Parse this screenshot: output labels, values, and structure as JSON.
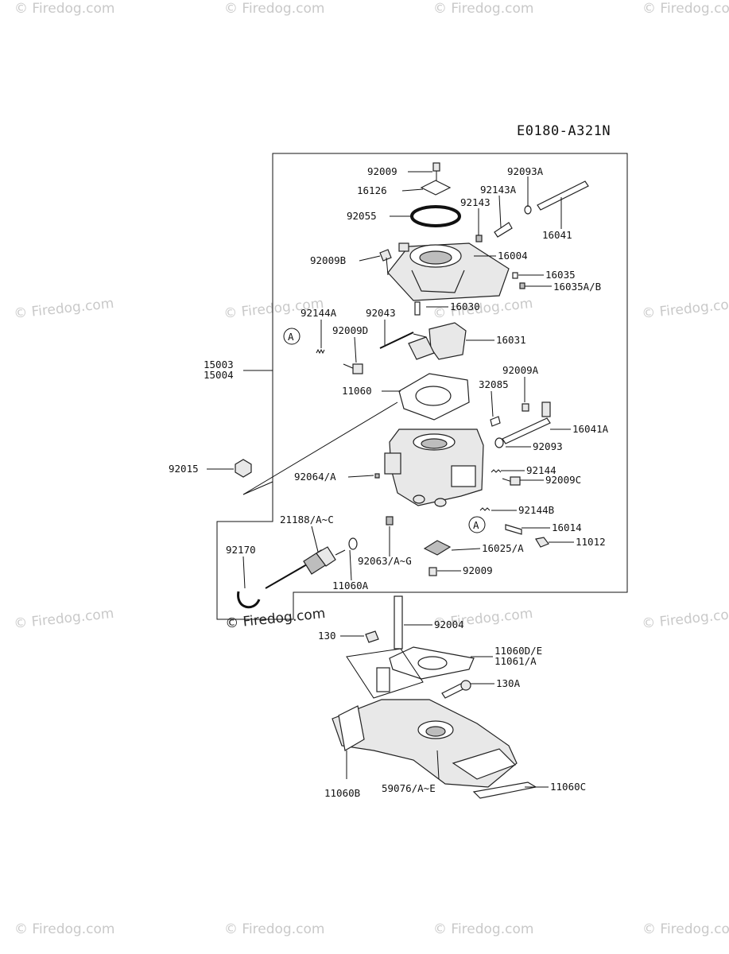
{
  "diagram_code": "E0180-A321N",
  "watermark": "© Firedog.com",
  "callout_letter": "A",
  "parts": {
    "p92009_top": "92009",
    "p16126": "16126",
    "p92055": "92055",
    "p92093A": "92093A",
    "p92143A": "92143A",
    "p92143": "92143",
    "p16041": "16041",
    "p92009B": "92009B",
    "p16004": "16004",
    "p16035": "16035",
    "p16035AB": "16035A/B",
    "p16030": "16030",
    "p92144A": "92144A",
    "p92043": "92043",
    "p92009D": "92009D",
    "p16031": "16031",
    "p15003": "15003",
    "p15004": "15004",
    "p92009A": "92009A",
    "p11060": "11060",
    "p32085": "32085",
    "p16041A": "16041A",
    "p92093": "92093",
    "p92015": "92015",
    "p92144": "92144",
    "p92064A": "92064/A",
    "p92009C": "92009C",
    "p92144B": "92144B",
    "p21188": "21188/A~C",
    "p16014": "16014",
    "p92170": "92170",
    "p11012": "11012",
    "p16025A": "16025/A",
    "p92063": "92063/A~G",
    "p92009_bot": "92009",
    "p11060A": "11060A",
    "p92004": "92004",
    "p130": "130",
    "p11060DE": "11060D/E",
    "p11061A": "11061/A",
    "p130A": "130A",
    "p11060B": "11060B",
    "p59076": "59076/A~E",
    "p11060C": "11060C"
  }
}
